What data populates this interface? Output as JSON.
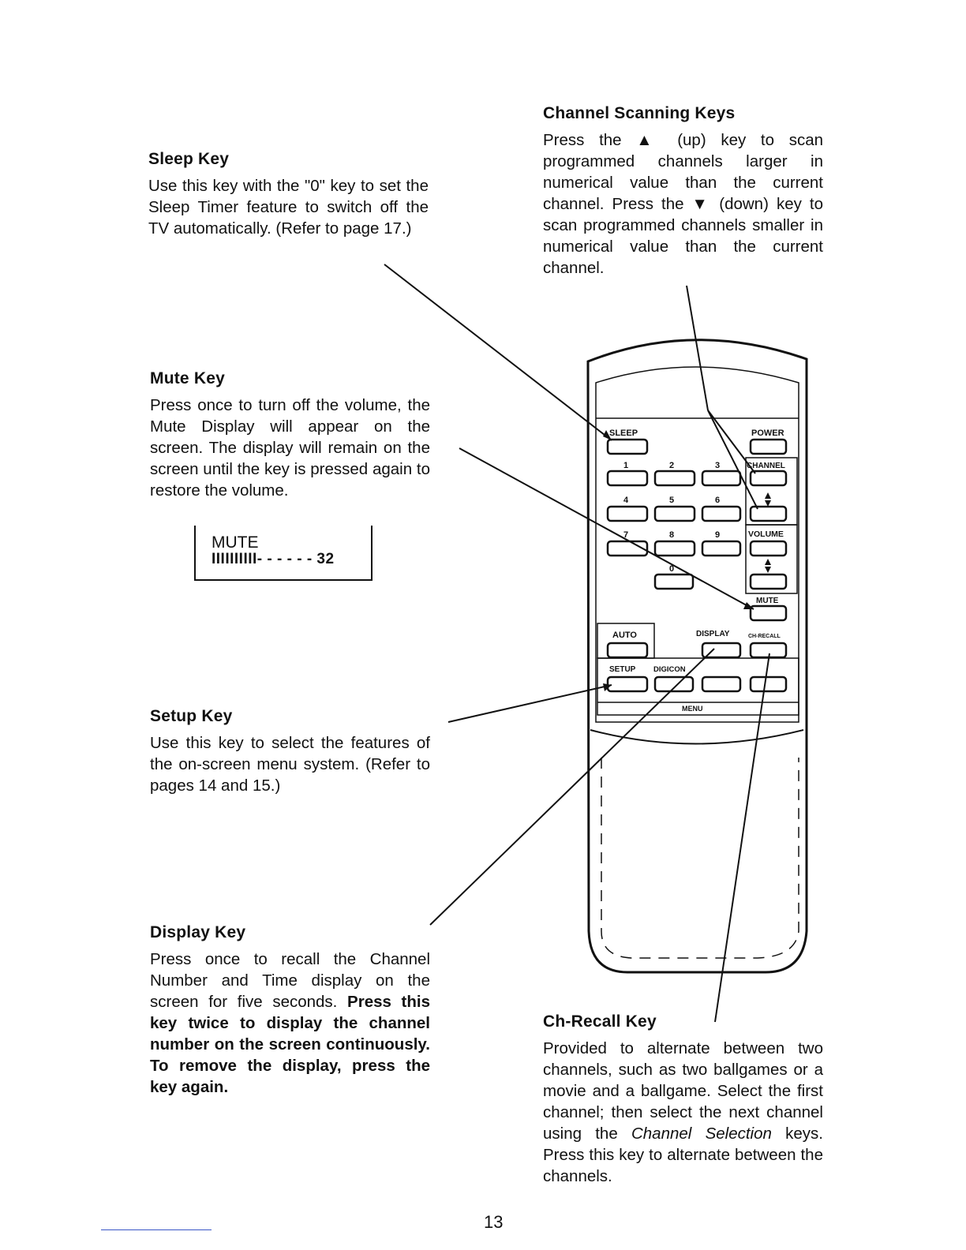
{
  "sleep": {
    "title": "Sleep Key",
    "body": "Use this key with the \"0\" key to set the Sleep Timer feature to switch off the TV automatically. (Refer to page 17.)"
  },
  "mute": {
    "title": "Mute Key",
    "body": "Press once to turn off the volume, the Mute Display will appear on the screen. The display will remain on the screen until the key is pressed again to restore the volume.",
    "display_line1": "MUTE",
    "display_line2": "IIIIIIIIII- - - - - - 32"
  },
  "setup": {
    "title": "Setup Key",
    "body": "Use this key to select the features of the on-screen menu system. (Refer to pages 14 and 15.)"
  },
  "display": {
    "title": "Display Key",
    "body_plain": "Press once to recall the Channel Number and Time display on the screen for five seconds. ",
    "body_bold": "Press this key twice to display the channel number on the screen continuously. To remove the display, press the key again."
  },
  "channel_scan": {
    "title": "Channel Scanning Keys",
    "body": "Press the ▲ (up) key to scan programmed channels larger in numerical value than the current channel. Press the ▼ (down) key to scan programmed channels smaller in numerical value than the current channel."
  },
  "ch_recall": {
    "title": "Ch-Recall Key",
    "body_1": "Provided to alternate between two channels, such as two ballgames or a movie and a ballgame. Select the first channel; then select the next channel using the ",
    "body_ital": "Channel Selection",
    "body_2": " keys. Press this key to alternate between the channels."
  },
  "remote": {
    "sleep": "SLEEP",
    "power": "POWER",
    "channel": "CHANNEL",
    "volume": "VOLUME",
    "mute": "MUTE",
    "auto": "AUTO",
    "display": "DISPLAY",
    "ch_recall": "CH-RECALL",
    "setup": "SETUP",
    "digicon": "DIGICON",
    "menu": "MENU",
    "digits": [
      "1",
      "2",
      "3",
      "4",
      "5",
      "6",
      "7",
      "8",
      "9",
      "0"
    ]
  },
  "page_number": "13"
}
